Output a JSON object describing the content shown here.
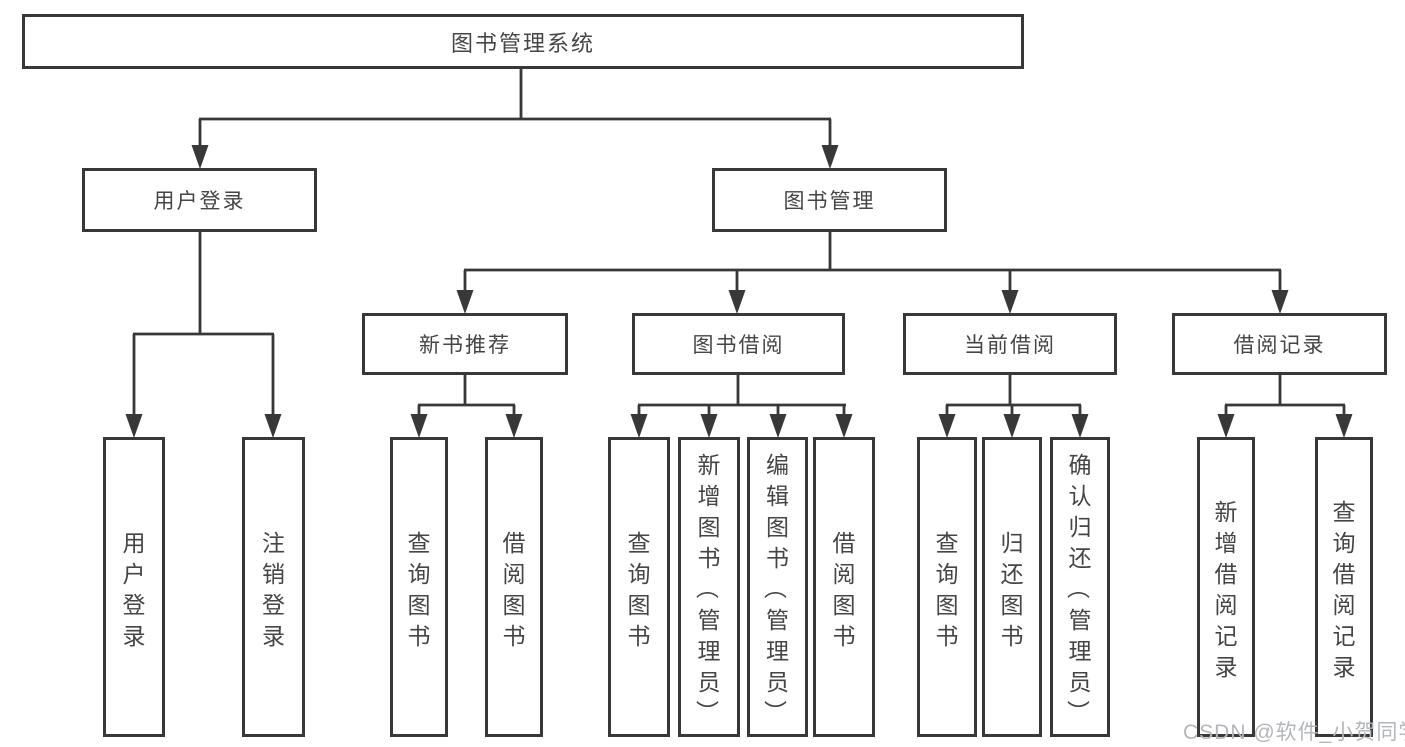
{
  "diagram": {
    "title": "图书管理系统",
    "root": {
      "label": "图书管理系统"
    },
    "level2": [
      {
        "label": "用户登录"
      },
      {
        "label": "图书管理"
      }
    ],
    "level3": [
      {
        "label": "新书推荐"
      },
      {
        "label": "图书借阅"
      },
      {
        "label": "当前借阅"
      },
      {
        "label": "借阅记录"
      }
    ],
    "leaves": {
      "user_login": [
        "用户登录",
        "注销登录"
      ],
      "new_books": [
        "查询图书",
        "借阅图书"
      ],
      "book_borrow": [
        "查询图书",
        "新增图书（管理员）",
        "编辑图书（管理员）",
        "借阅图书"
      ],
      "current_borrow": [
        "查询图书",
        "归还图书",
        "确认归还（管理员）"
      ],
      "borrow_records": [
        "新增借阅记录",
        "查询借阅记录"
      ]
    }
  },
  "watermark": {
    "text": "CSDN @软件_小贺同学"
  },
  "colors": {
    "line": "#383838",
    "text": "#454545",
    "background": "#ffffff",
    "watermark": "#b3b7bb"
  }
}
